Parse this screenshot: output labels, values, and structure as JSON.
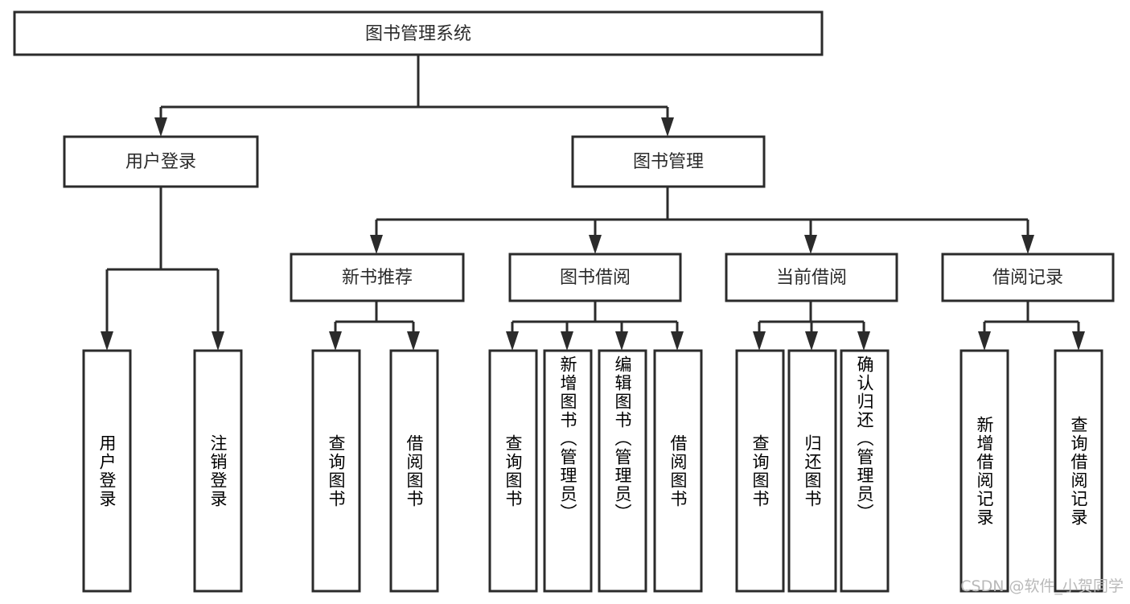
{
  "diagram": {
    "type": "tree-hierarchy-chart",
    "title": "图书管理系统",
    "orientation": "top-down",
    "colors": {
      "box_stroke": "#2b2b2b",
      "box_fill": "#ffffff",
      "connector": "#2b2b2b",
      "text": "#2b2b2b",
      "background": "#ffffff",
      "watermark": "#b9b9b9"
    },
    "root": {
      "label": "图书管理系统"
    },
    "level2": [
      {
        "label": "用户登录"
      },
      {
        "label": "图书管理"
      }
    ],
    "level3": [
      {
        "label": "新书推荐"
      },
      {
        "label": "图书借阅"
      },
      {
        "label": "当前借阅"
      },
      {
        "label": "借阅记录"
      }
    ],
    "leaves": {
      "user_login": [
        {
          "label": "用户登录"
        },
        {
          "label": "注销登录"
        }
      ],
      "new_book_recommend": [
        {
          "label": "查询图书"
        },
        {
          "label": "借阅图书"
        }
      ],
      "book_borrow": [
        {
          "label": "查询图书"
        },
        {
          "label": "新增图书（管理员）"
        },
        {
          "label": "编辑图书（管理员）"
        },
        {
          "label": "借阅图书"
        }
      ],
      "current_borrow": [
        {
          "label": "查询图书"
        },
        {
          "label": "归还图书"
        },
        {
          "label": "确认归还（管理员）"
        }
      ],
      "borrow_record": [
        {
          "label": "新增借阅记录"
        },
        {
          "label": "查询借阅记录"
        }
      ]
    }
  },
  "watermark": {
    "text": "CSDN @软件_小贺同学"
  }
}
